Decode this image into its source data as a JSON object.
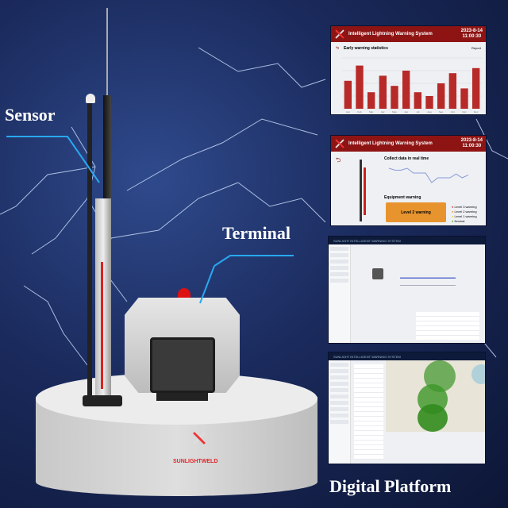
{
  "labels": {
    "sensor": "Sensor",
    "terminal": "Terminal",
    "platform": "Digital Platform"
  },
  "brand": {
    "name": "SUNLIGHTWELD",
    "color": "#e0262b"
  },
  "screen1": {
    "title": "Intelligent Lightning Warning System",
    "date": "2023-8-14",
    "time": "11:00:30",
    "section": "Early warning statistics",
    "export": "Report",
    "chart_data": {
      "type": "bar",
      "categories": [
        "Jan",
        "Feb",
        "Mar",
        "Apr",
        "May",
        "Jun",
        "Jul",
        "Aug",
        "Sep",
        "Oct",
        "Nov",
        "Dec"
      ],
      "values": [
        11,
        17,
        6.5,
        13,
        9,
        15,
        6.5,
        5,
        10,
        14,
        8,
        16
      ],
      "ylim": [
        0,
        20
      ],
      "color": "#b72a28"
    }
  },
  "screen2": {
    "title": "Intelligent Lightning Warning System",
    "date": "2023-8-14",
    "time": "11:00:30",
    "section": "Collect data in real time",
    "warning_title": "Equipment warning",
    "warning_value": "Level 2 warning",
    "legend": [
      {
        "label": "Level 3 warning",
        "color": "#d33"
      },
      {
        "label": "Level 2 warning",
        "color": "#e8942e"
      },
      {
        "label": "Level 1 warning",
        "color": "#e6d93a"
      },
      {
        "label": "Normal",
        "color": "#3bb33b"
      }
    ],
    "series": [
      2,
      1.6,
      1.6,
      2,
      1,
      1,
      1,
      -1,
      0,
      0,
      0,
      0.8,
      0,
      0.6
    ]
  },
  "screen3": {
    "title": "SUNLIGHT INTELLIGENT WARNING SYSTEM"
  },
  "screen4": {
    "title": "SUNLIGHT INTELLIGENT WARNING SYSTEM"
  }
}
